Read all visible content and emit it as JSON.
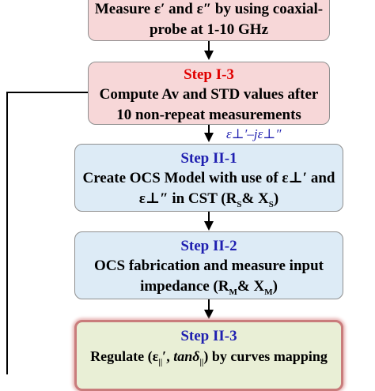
{
  "box_top": {
    "line1": "Measure ε′ and  ε″ by using coaxial-",
    "line2": "probe at 1-10 GHz"
  },
  "step_i3": {
    "title": "Step I-3",
    "line1": "Compute Av and STD values after",
    "line2": "10 non-repeat measurements"
  },
  "edge_label": "ε⊥′–jε⊥″",
  "step_ii1": {
    "title": "Step II-1",
    "line1": "Create OCS Model with use of ε⊥′ and",
    "line2a": "ε⊥″ in CST  (R",
    "sub1": "S",
    "mid": "& X",
    "sub2": "S",
    "end": ")"
  },
  "step_ii2": {
    "title": "Step II-2",
    "line1": "OCS fabrication and measure input",
    "line2a": "impedance (R",
    "sub1": "M",
    "mid": "& X",
    "sub2": "M",
    "end": ")"
  },
  "step_ii3": {
    "title": "Step II-3",
    "line1a": "Regulate (ε",
    "sub1": "||",
    "mid1": "′, ",
    "tan": "tanδ",
    "sub2": "||",
    "end": ") by curves mapping"
  },
  "colors": {
    "step_i_title": "#e00000",
    "step_ii_title": "#1f1fb0",
    "pink_fill": "#f7d7d8",
    "blue_fill": "#ddebf6",
    "green_fill": "#e9efd6"
  }
}
